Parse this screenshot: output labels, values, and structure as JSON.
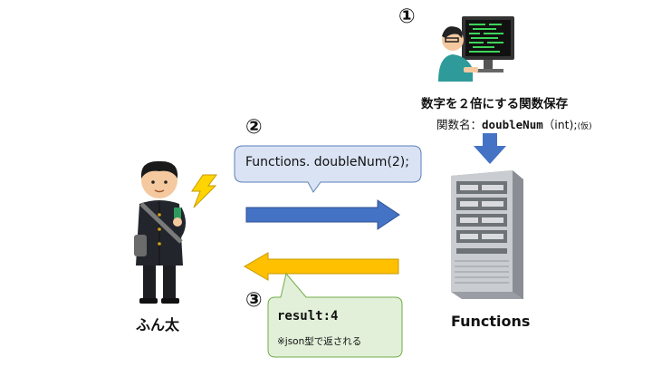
{
  "step1": {
    "num": "①",
    "caption": "数字を２倍にする関数保存",
    "func_prefix": "関数名：",
    "func_name": "doubleNum",
    "func_args": "（int);",
    "func_note": "(仮)"
  },
  "step2": {
    "num": "②",
    "call_text": "Functions. doubleNum(2);"
  },
  "step3": {
    "num": "③",
    "result_text": "result:4",
    "result_note": "※json型で返される"
  },
  "labels": {
    "client": "ふん太",
    "server": "Functions"
  },
  "colors": {
    "blue_arrow": "#4472c4",
    "orange_arrow": "#ffc000",
    "call_bubble": "#dae3f3",
    "result_bubble": "#e2f0d9"
  }
}
